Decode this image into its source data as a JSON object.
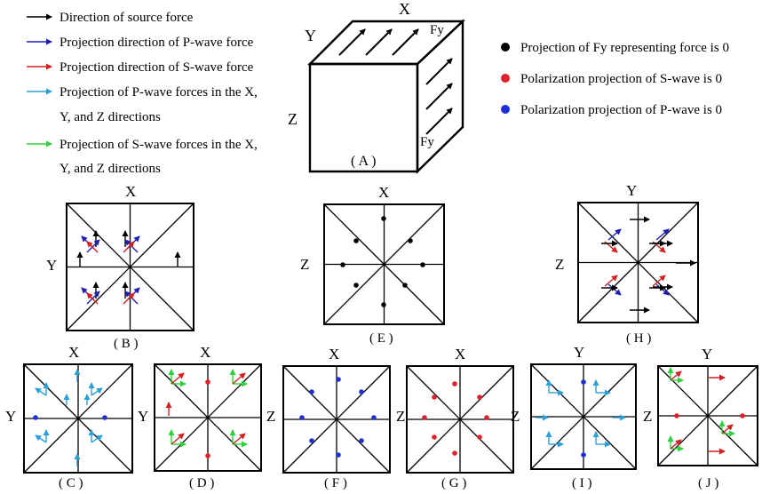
{
  "legend_left": {
    "items": [
      {
        "color": "#000000",
        "lines": [
          "Direction of source force"
        ]
      },
      {
        "color": "#1f1fb4",
        "lines": [
          "Projection direction of P-wave force"
        ]
      },
      {
        "color": "#d42020",
        "lines": [
          "Projection direction of S-wave force"
        ]
      },
      {
        "color": "#2aa0d8",
        "lines": [
          "Projection of P-wave forces in the X,",
          "Y, and Z directions"
        ]
      },
      {
        "color": "#2fd13a",
        "lines": [
          "Projection of S-wave forces in the X,",
          "Y, and Z directions"
        ]
      }
    ]
  },
  "legend_right": {
    "items": [
      {
        "color": "#000000",
        "text": "Projection of Fy representing force is 0"
      },
      {
        "color": "#e0202a",
        "text": "Polarization projection of S-wave is 0"
      },
      {
        "color": "#1f2fd8",
        "text": "Polarization projection of P-wave is 0"
      }
    ]
  },
  "cube": {
    "label": "( A )",
    "axis_top": "X",
    "axis_left": "Y",
    "axis_side": "Z",
    "force_top": "Fy",
    "force_side": "Fy"
  },
  "panels": {
    "B": {
      "label": "( B )",
      "top": "X",
      "side": "Y"
    },
    "E": {
      "label": "( E )",
      "top": "X",
      "side": "Z"
    },
    "H": {
      "label": "( H )",
      "top": "Y",
      "side": "Z"
    },
    "C": {
      "label": "( C )",
      "top": "X",
      "side": "Y"
    },
    "D": {
      "label": "( D )",
      "top": "X",
      "side": "Y"
    },
    "F": {
      "label": "( F )",
      "top": "X",
      "side": "Z"
    },
    "G": {
      "label": "( G )",
      "top": "X",
      "side": "Z"
    },
    "I": {
      "label": "( I )",
      "top": "Y",
      "side": "Z"
    },
    "J": {
      "label": "( J )",
      "top": "Y",
      "side": "Z"
    }
  },
  "colors": {
    "black": "#000000",
    "p_dir": "#1f1fb4",
    "s_dir": "#d42020",
    "p_xyz": "#2aa0d8",
    "s_xyz": "#2fd13a",
    "dot_s": "#e0202a",
    "dot_p": "#1f2fd8"
  }
}
